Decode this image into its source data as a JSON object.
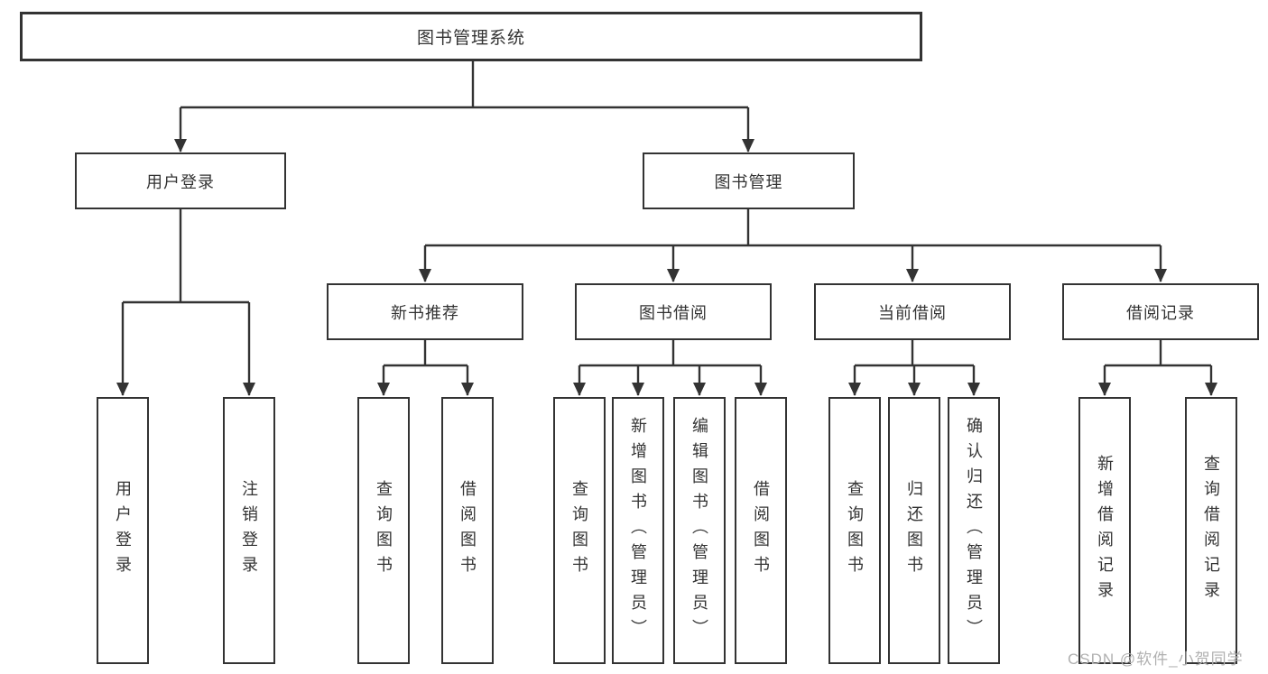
{
  "watermark": "CSDN @软件_小贺同学",
  "colors": {
    "line": "#333333",
    "text": "#333333",
    "box_background": "#ffffff",
    "page_background": "#ffffff",
    "watermark": "#b0b0b0"
  },
  "tree": {
    "root": {
      "label": "图书管理系统",
      "children": [
        {
          "label": "用户登录",
          "children": [
            {
              "label": "用户登录"
            },
            {
              "label": "注销登录"
            }
          ]
        },
        {
          "label": "图书管理",
          "children": [
            {
              "label": "新书推荐",
              "children": [
                {
                  "label": "查询图书"
                },
                {
                  "label": "借阅图书"
                }
              ]
            },
            {
              "label": "图书借阅",
              "children": [
                {
                  "label": "查询图书"
                },
                {
                  "label": "新增图书（管理员）"
                },
                {
                  "label": "编辑图书（管理员）"
                },
                {
                  "label": "借阅图书"
                }
              ]
            },
            {
              "label": "当前借阅",
              "children": [
                {
                  "label": "查询图书"
                },
                {
                  "label": "归还图书"
                },
                {
                  "label": "确认归还（管理员）"
                }
              ]
            },
            {
              "label": "借阅记录",
              "children": [
                {
                  "label": "新增借阅记录"
                },
                {
                  "label": "查询借阅记录"
                }
              ]
            }
          ]
        }
      ]
    }
  }
}
